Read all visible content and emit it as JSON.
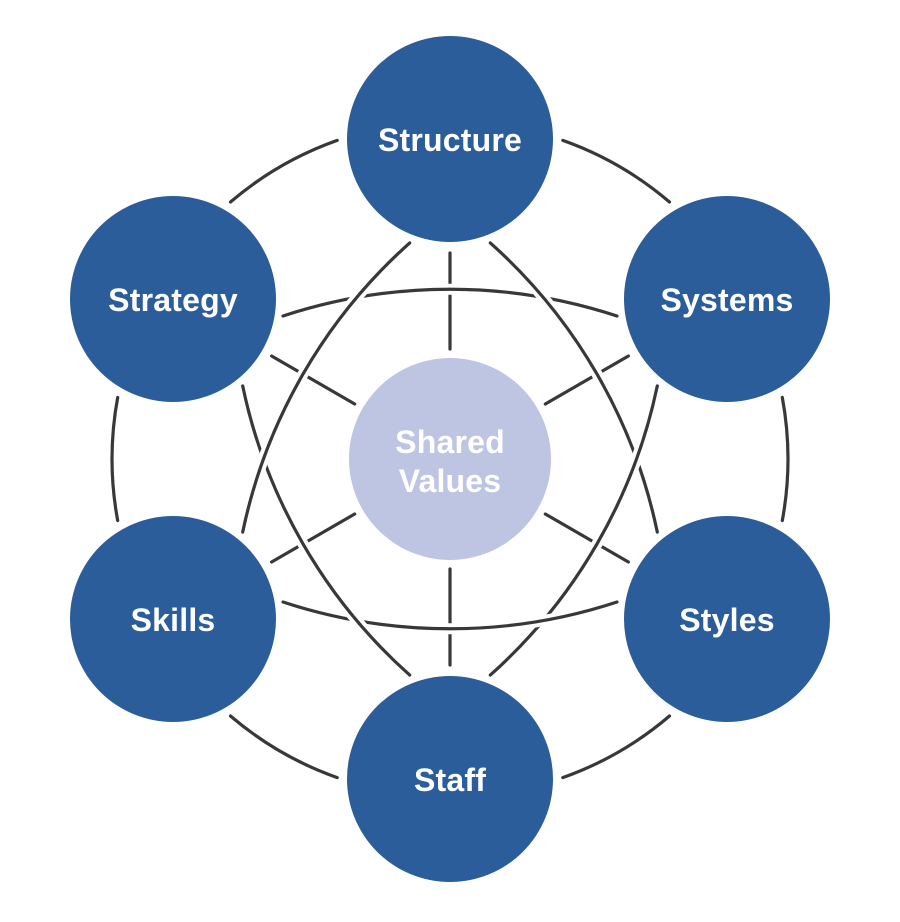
{
  "figure": {
    "nodes": [
      {
        "id": "structure",
        "label": "Structure"
      },
      {
        "id": "systems",
        "label": "Systems"
      },
      {
        "id": "styles",
        "label": "Styles"
      },
      {
        "id": "staff",
        "label": "Staff"
      },
      {
        "id": "skills",
        "label": "Skills"
      },
      {
        "id": "strategy",
        "label": "Strategy"
      },
      {
        "id": "shared-values",
        "label_lines": [
          "Shared",
          "Values"
        ]
      }
    ],
    "colors": {
      "outer_circle": "#2b5d9b",
      "center_circle": "#bec5e3",
      "label_text": "#ffffff",
      "connector": "#383838",
      "background": "#ffffff"
    }
  }
}
